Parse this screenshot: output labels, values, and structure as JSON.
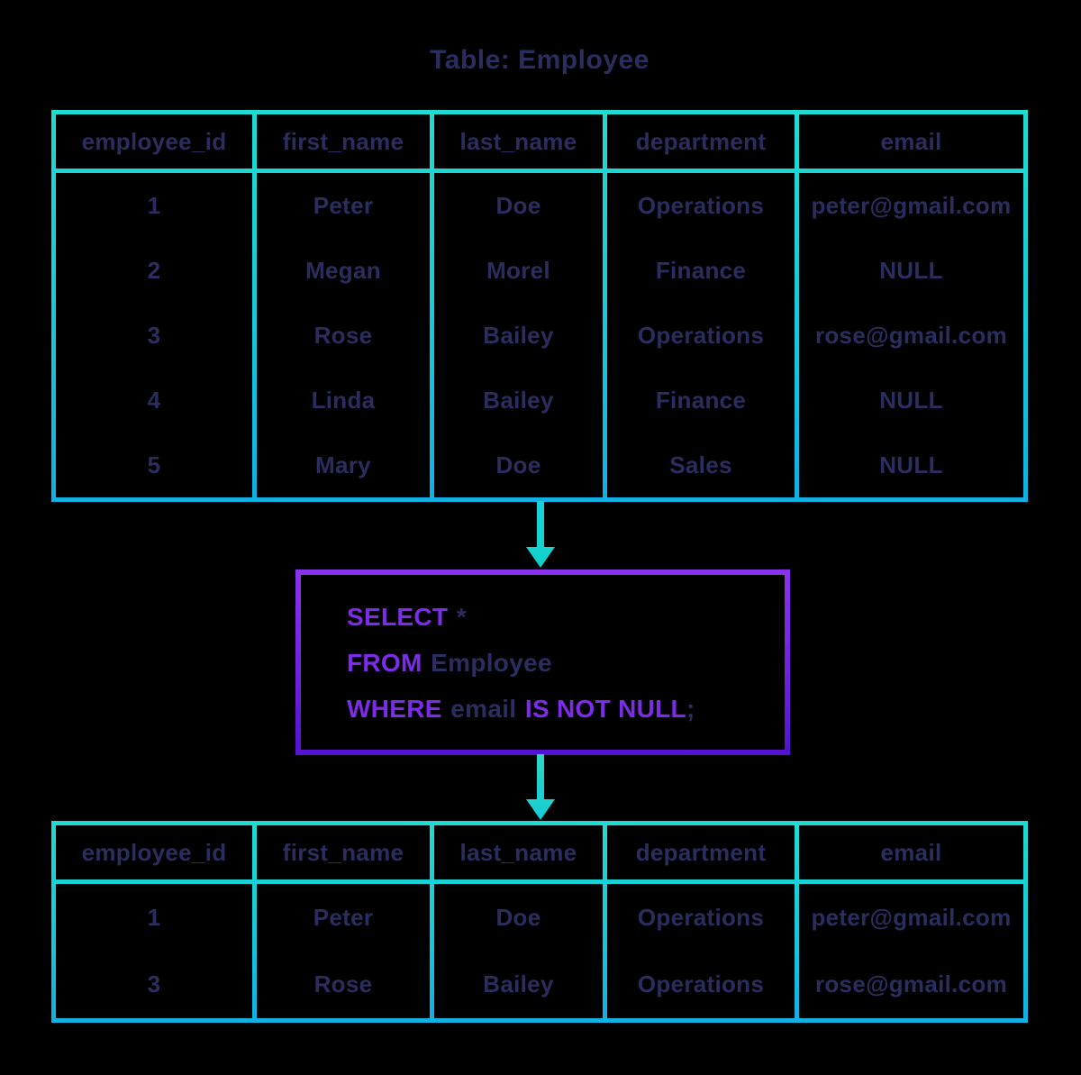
{
  "title": "Table: Employee",
  "colors": {
    "background": "#000000",
    "table_border_top": "#1edcd1",
    "table_border_bottom": "#10b0e3",
    "text_navy": "#2b2d5e",
    "sql_keyword_purple": "#7c2bea",
    "sql_box_border_top": "#8a33ef",
    "sql_box_border_bottom": "#5411d2",
    "arrow_teal": "#14d1cd"
  },
  "source_table": {
    "columns": [
      "employee_id",
      "first_name",
      "last_name",
      "department",
      "email"
    ],
    "rows": [
      [
        "1",
        "Peter",
        "Doe",
        "Operations",
        "peter@gmail.com"
      ],
      [
        "2",
        "Megan",
        "Morel",
        "Finance",
        "NULL"
      ],
      [
        "3",
        "Rose",
        "Bailey",
        "Operations",
        "rose@gmail.com"
      ],
      [
        "4",
        "Linda",
        "Bailey",
        "Finance",
        "NULL"
      ],
      [
        "5",
        "Mary",
        "Doe",
        "Sales",
        "NULL"
      ]
    ]
  },
  "sql_query": {
    "line1": {
      "keyword": "SELECT",
      "operand": "*"
    },
    "line2": {
      "keyword": "FROM",
      "operand": "Employee"
    },
    "line3": {
      "keyword1": "WHERE",
      "operand": "email",
      "keyword2": "IS NOT NULL",
      "punctuation": ";"
    }
  },
  "result_table": {
    "columns": [
      "employee_id",
      "first_name",
      "last_name",
      "department",
      "email"
    ],
    "rows": [
      [
        "1",
        "Peter",
        "Doe",
        "Operations",
        "peter@gmail.com"
      ],
      [
        "3",
        "Rose",
        "Bailey",
        "Operations",
        "rose@gmail.com"
      ]
    ]
  }
}
